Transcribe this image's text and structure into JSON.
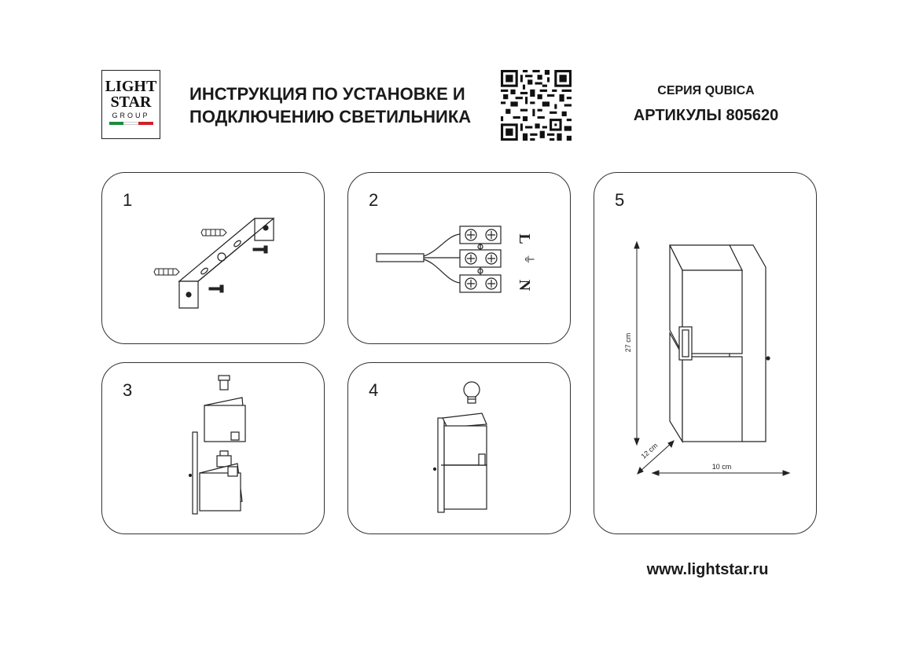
{
  "header": {
    "logo": {
      "line1": "LIGHT",
      "line2": "STAR",
      "line3": "GROUP",
      "flag_colors": [
        "#1a8c3a",
        "#ffffff",
        "#d21f2b"
      ]
    },
    "title_line1": "ИНСТРУКЦИЯ ПО УСТАНОВКЕ И",
    "title_line2": "ПОДКЛЮЧЕНИЮ СВЕТИЛЬНИКА",
    "series": "СЕРИЯ QUBICA",
    "article": "АРТИКУЛЫ 805620"
  },
  "steps": [
    {
      "number": "1"
    },
    {
      "number": "2",
      "terminal_labels": [
        "L",
        "⏚",
        "N"
      ]
    },
    {
      "number": "3"
    },
    {
      "number": "4"
    },
    {
      "number": "5",
      "dimensions": {
        "height": "27 cm",
        "depth": "12 cm",
        "width": "10 cm"
      }
    }
  ],
  "footer": {
    "website": "www.lightstar.ru"
  },
  "colors": {
    "line": "#222222",
    "background": "#ffffff"
  }
}
